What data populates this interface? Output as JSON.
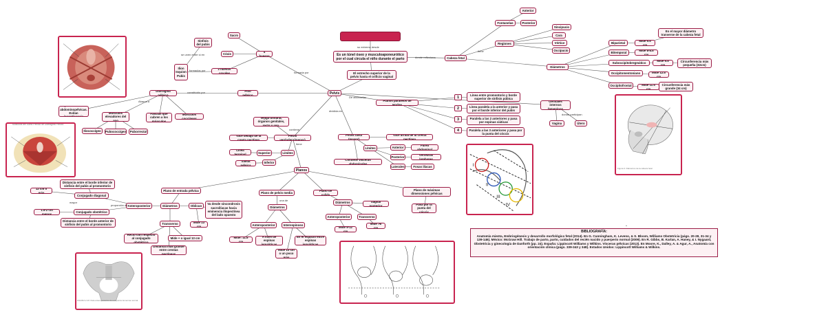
{
  "title": "Anatomía del canal de parto",
  "nodes": {
    "definicion": "Es un túnel óseo y musculoaponeurótico por el cual circula el niño durante el parto",
    "estrecho_superior": "El estrecho superior de la pelvis hasta el orificio vaginal",
    "cabeza_fetal": "Cabeza fetal",
    "pelvis": "Pelvis",
    "piso_pelvico": "Piso pélvico",
    "diafragma_pelvico": "Diafragma pélvico",
    "huesos_4": "4 huesos",
    "sacro": "Sacro",
    "coxis": "Cóxis",
    "coxales": "2 huesos coxales",
    "ilion": "Ilion Isquion Pubis",
    "sinfisis": "Sinfisis del pubis",
    "fontanelas": "Fontanelas",
    "anterior_f": "Anterior",
    "posterior_f": "Posterior",
    "regiones": "Regiones",
    "sincipucio": "Sincipucio",
    "cara": "Cara",
    "vertice": "Vértice",
    "occipucio": "Occipucio",
    "diametros_cab": "Diámetros",
    "biparietal": "Biparietal",
    "bitemporal": "Bitemporal",
    "suboccipito": "Suboccipitobregmático",
    "occipitomentoniano": "Occipitomentoniano",
    "occipitofrontal": "Occipitofrontal",
    "mide_95": "Mide 9.5 cm",
    "mide_8": "Mide 8-8.5 cm",
    "mide_95b": "Mide 9.5 cm",
    "mide_125": "Mide 12.5 cm",
    "mide_115": "Mide 11.5 cm",
    "mayor_transverso": "Es el mayor diámetro tranverse de la cabeza fetal",
    "circ_pequena": "Circunferencia más pequeña (32cm)",
    "circ_grande": "Circunferencia más grande (34 cm)",
    "genitales": "Genitales internos femeninos",
    "vagina": "Vagina",
    "utero": "Útero",
    "planos_hodge": "Planos paralelos de Hodge",
    "hodge_1": "Línea entre promontorio y borde superior de sínfisis púbica",
    "hodge_2": "Línea paralela a la anterior y pasa por el borde inferior del pubis",
    "hodge_3": "Paralela a las 2 anteriores y pasa por espinas ciáticas",
    "hodge_4": "Paralela a las 3 anteriores y pasa por la punta del cóccix",
    "hodge_num_1": "1",
    "hodge_num_2": "2",
    "hodge_num_3": "3",
    "hodge_num_4": "4",
    "soportan": "Soportan vísceras abdominopélvicas. Evitan incontinencia",
    "musculos_elevadores": "Músculos elevadores del ano",
    "fascias": "Fascias que cubren a los músculos",
    "musculos_coccigeos": "Músculos coccígeos",
    "iliococcigeo": "Iliococcígeo",
    "pubococcigeo": "Pubococcígeo",
    "puborrectal": "Puborrectal",
    "vejiga": "Vejiga urinaria, órganos genitales, recto y ano.",
    "pelvis_verdadera": "Pelvis verdadera(menor)",
    "yace_debajo": "Yace debajo de la cresta pectínea",
    "limites_v": "Límites",
    "linea_terminal": "Línea terminal",
    "superior": "Superior",
    "inferior": "Inferior",
    "salida_pelvica": "Salida pélvica",
    "pelvis_falsa": "Pelvis falsa (mayor)",
    "yace_arriba": "Yace arriba de la cresta pectínea",
    "limites_f": "Límites",
    "anterior_l": "Anterior",
    "posterior_l": "Posterior",
    "laterales": "Laterales",
    "pared_abdominal": "Pared abdominal",
    "vertebras_lumbares": "Vértebras lumbares",
    "fosas_iliacas": "Fosas ilíacas",
    "contiene_visceras": "Contiene vísceras abdominales",
    "planos": "Planos",
    "plano_entrada": "Plano de entrada pélvica",
    "plano_media": "Plano de pelvis media",
    "plano_salida": "Plano de salida",
    "plano_maximas": "Plano de máximas dimensiones pélvicas",
    "pasa_punta": "Pasa por la punta del cóccix",
    "diametros_e": "Diámetros",
    "anteroposterior_e": "Anteroposterior",
    "oblicuo": "Oblicuo",
    "transverso_e": "Transverso",
    "conj_diagonal": "Conjugado diagonal",
    "conj_obstetrico": "Conjugado obstétrico",
    "dist_inferior": "Distancia entre el borde inferior de sínfisis del pubis al promontorio",
    "dist_superior": "Distancia entre el borde anterior de sínfisis del pubis al promontorio",
    "doce_cm": "12 cm o más",
    "menos_15": "1.5-2 cm menos",
    "va_desde": "Va desde sincondrosis sacroilíacas hacia eminencia iliopectínea del lado opuesto",
    "mide_13": "Mide 13 cm",
    "recto": "Recto con respecto al conjugado obstétrico",
    "mide_igual": "Mide + o igual 13 cm",
    "distancia_grande": "Distancia más grande entre crestas pectíneas",
    "diametros_m": "Diámetros",
    "anteroposterior_m": "Anteroposterior",
    "interespinoso": "Interespinoso",
    "mide_115b": "Mide: 11.5 cm",
    "a_nivel": "A nivel de espinas isquiáticas",
    "es_espacio": "Es el espacio entre espinas isquiáticas",
    "mide_10": "Mide 10 cm o un poco más",
    "diametros_s": "Diámetros",
    "anteroposterior_s": "Anteroposterior",
    "sagital": "Sagital posterior",
    "transverso_s": "Transverso",
    "mide_9_12": "Mide 9-12 cm",
    "mide_8b": "Mide >8 cm"
  },
  "labels": {
    "su_extremo": "su extremo desde",
    "donde_reflexiona": "donde reflexiona",
    "tiene": "tiene",
    "formada_por": "formada por",
    "constituido_por": "constituido por",
    "se_unen": "se unen entre sí en",
    "formados_por": "formados por",
    "de_abordarlas": "De abordarlas",
    "dividida_en": "dividida en",
    "contiene": "contiene",
    "tiene2": "tiene",
    "abarca": "Abarca a",
    "una_de": "una de",
    "donde_participan": "donde participan",
    "mayor": "mayor",
    "proporcion": "proporción de"
  },
  "images": {
    "perineum_title": "Músculos del Suelo Pélvico de Diafragma Pélvico",
    "skull_caption": "Figura 3. Diámetros de la cabeza fetal",
    "pelvis_caption": "FIGURA 2-16 Vista anteroposterior de una pelvis femenina normal."
  },
  "bibliography": {
    "heading": "BIBLIOGRAFÍA:",
    "text": "Anatomía mienta, Embriogénesis y desarrollo morfológico fetal (2014). En G. Cunningham, K. Leveno, & S. Bloom, Williams Obstetricia (págs. 20-28, 31-34 y 139-146). México: McGraw Hill. Trabajo de parto, parto, cuidados del recién nacido y puerperio normal (2009). En R. Gibbs, B. Karlan, A. Haney, & I. Nygaard, Obstetricia y ginecología de Danforth (pp. 24). España: Lippincott Williams y Wilkins. Vísceras pélvicas (2013). En Moore, K., Dalley, A. & Agur, A., Anatomía con orientación clínica (págs. 339-343 y 348). Estados Unidos: Lippincott Williams & Wilkins."
  },
  "colors": {
    "accent": "#c8234f",
    "border": "#9a1b45",
    "fill": "#fdf1f4",
    "line": "#555555"
  }
}
